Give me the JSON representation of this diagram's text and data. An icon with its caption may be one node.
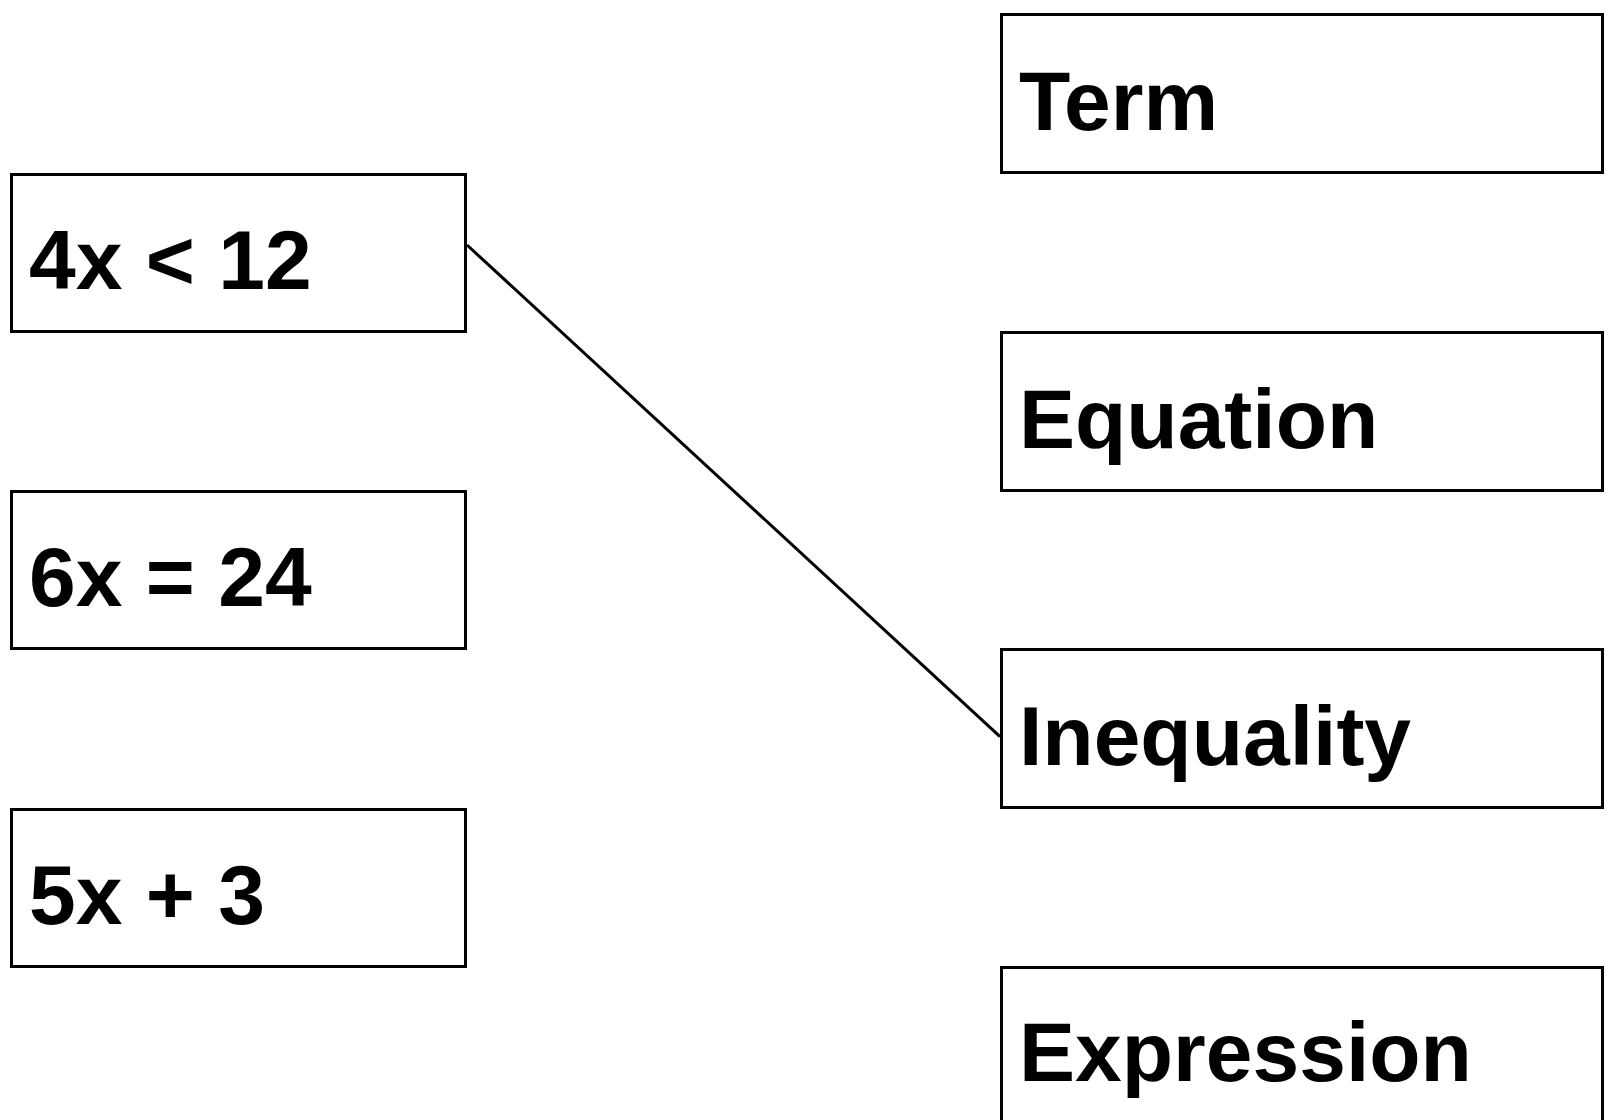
{
  "diagram": {
    "nodes": [
      {
        "text": [
          "4x < 12"
        ]
      },
      {
        "text": [
          "6x = 24"
        ]
      },
      {
        "text": [
          "5x + 3"
        ]
      },
      {
        "text": [
          "Term"
        ]
      },
      {
        "text": [
          "Equation"
        ]
      },
      {
        "text": [
          "Inequality"
        ]
      },
      {
        "text": [
          "Expression"
        ]
      }
    ],
    "edges": [
      {
        "from": 0,
        "to": 5,
        "arrow": "none"
      }
    ]
  }
}
